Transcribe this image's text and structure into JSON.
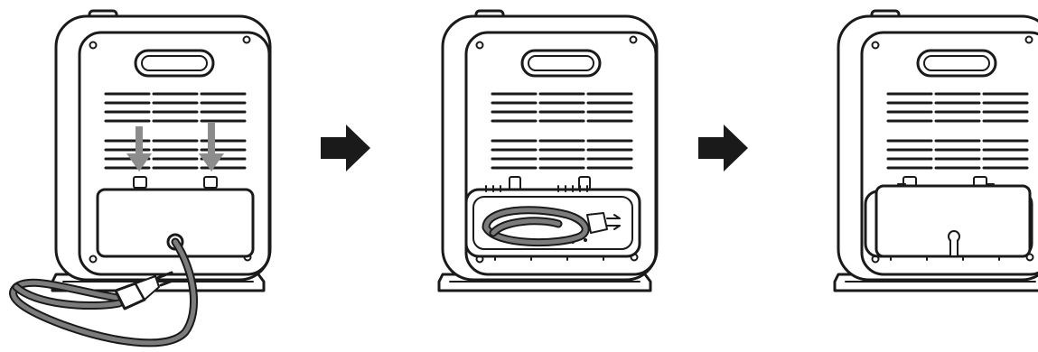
{
  "diagram": {
    "steps": [
      {
        "state": "cord-out"
      },
      {
        "state": "cord-stored"
      },
      {
        "state": "cover-closed"
      }
    ],
    "colors": {
      "cord": "#7c7c7c",
      "arrow": "#1a1a1a",
      "insert_arrow": "#8c8c8c",
      "outline": "#1a1a1a"
    },
    "icons": [
      "next-step-arrow-icon",
      "insert-direction-arrow-icon",
      "plug-icon"
    ]
  }
}
